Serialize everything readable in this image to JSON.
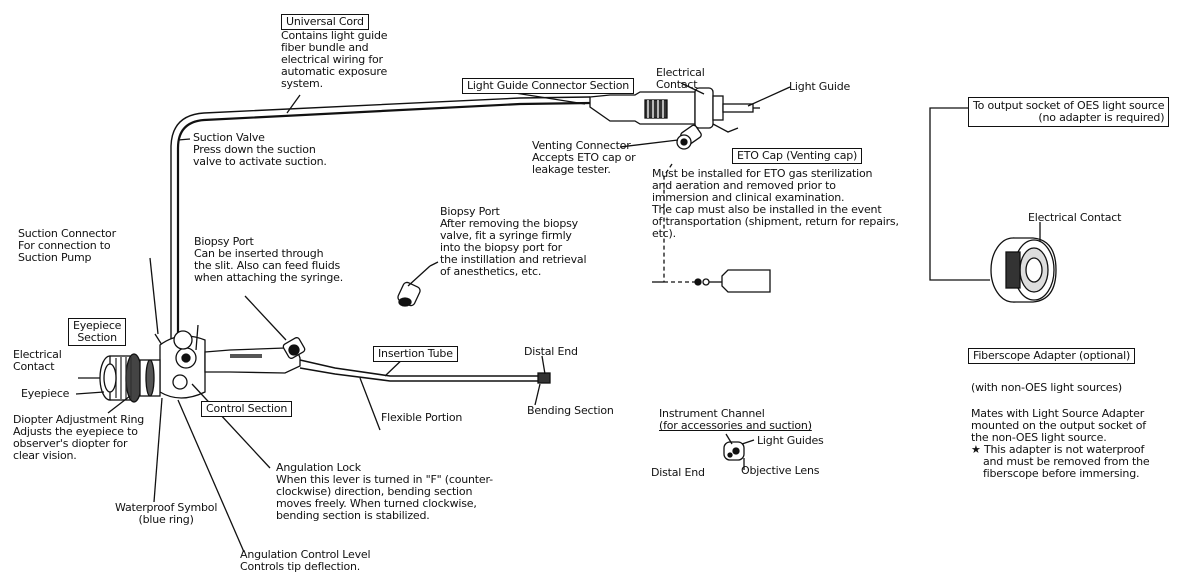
{
  "universal_cord": {
    "title": "Universal Cord",
    "desc": [
      "Contains light guide",
      "fiber bundle and",
      "electrical wiring for",
      "automatic exposure",
      "system."
    ]
  },
  "light_guide_connector_section": {
    "title": "Light Guide Connector Section"
  },
  "electrical_contact_top": [
    "Electrical",
    "Contact"
  ],
  "light_guide": {
    "title": "Light Guide"
  },
  "output_socket": [
    "To output socket of OES light source",
    "(no adapter is required)"
  ],
  "suction_valve": {
    "title": "Suction Valve",
    "desc": [
      "Press down the suction",
      "valve to activate suction."
    ]
  },
  "venting_connector": {
    "title": "Venting Connector",
    "desc": [
      "Accepts ETO cap or",
      "leakage tester."
    ]
  },
  "eto_cap": {
    "title": "ETO Cap (Venting cap)",
    "desc": [
      "Must be installed for ETO gas sterilization",
      "and aeration and removed prior to",
      "immersion and clinical examination.",
      "The cap must also be installed in the event",
      "of transportation (shipment, return for repairs,",
      "etc)."
    ]
  },
  "electrical_contact_right": {
    "title": "Electrical Contact"
  },
  "suction_connector": {
    "title": "Suction Connector",
    "desc": [
      "For connection to",
      "Suction Pump"
    ]
  },
  "biopsy_port_left": {
    "title": "Biopsy Port",
    "desc": [
      "Can be inserted through",
      "the slit.  Also can feed fluids",
      "when attaching the syringe."
    ]
  },
  "biopsy_port_mid": {
    "title": "Biopsy Port",
    "desc": [
      "After removing the biopsy",
      "valve, fit a syringe firmly",
      "into the biopsy port for",
      "the instillation and retrieval",
      "of anesthetics, etc."
    ]
  },
  "eyepiece_section": [
    "Eyepiece",
    "Section"
  ],
  "electrical_contact_left": [
    "Electrical",
    "Contact"
  ],
  "eyepiece": {
    "title": "Eyepiece"
  },
  "insertion_tube": {
    "title": "Insertion Tube"
  },
  "distal_end_top": {
    "title": "Distal End"
  },
  "control_section": {
    "title": "Control Section"
  },
  "flexible_portion": {
    "title": "Flexible Portion"
  },
  "bending_section": {
    "title": "Bending Section"
  },
  "instrument_channel": [
    "Instrument Channel",
    "(for accessories and suction)"
  ],
  "light_guides": {
    "title": "Light Guides"
  },
  "objective_lens": {
    "title": "Objective Lens"
  },
  "distal_end_bottom": {
    "title": "Distal End"
  },
  "diopter": {
    "title": "Diopter Adjustment Ring",
    "desc": [
      "Adjusts the eyepiece to",
      "observer's diopter for",
      "clear vision."
    ]
  },
  "angulation_lock": {
    "title": "Angulation Lock",
    "desc": [
      "When this lever is turned in \"F\" (counter-",
      "clockwise) direction, bending section",
      "moves freely. When turned clockwise,",
      "bending section is stabilized."
    ]
  },
  "waterproof_symbol": [
    "Waterproof Symbol",
    "(blue ring)"
  ],
  "angulation_control": {
    "title": "Angulation Control Level",
    "desc": [
      "Controls tip deflection."
    ]
  },
  "fiberscope_adapter": {
    "title": "Fiberscope Adapter (optional)",
    "subtitle": "(with non-OES light sources)",
    "desc": [
      "Mates with Light Source Adapter",
      "mounted on the output socket of",
      "the non-OES light source."
    ],
    "note": [
      "★ This adapter is not waterproof",
      "and must be removed from the",
      "fiberscope before immersing."
    ]
  }
}
